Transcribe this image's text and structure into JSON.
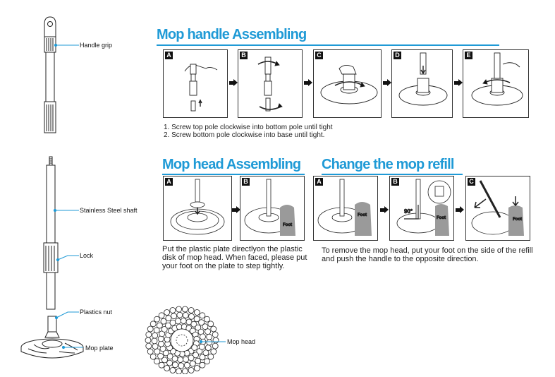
{
  "sections": {
    "handle_title": "Mop handle Assembling",
    "head_title": "Mop head Assembling",
    "refill_title": "Change the mop refill"
  },
  "parts": {
    "handle_grip": "Handle grip",
    "shaft": "Stainless Steel shaft",
    "lock": "Lock",
    "nut": "Plastics nut",
    "plate": "Mop plate",
    "head": "Mop head"
  },
  "handle_steps": {
    "labels": [
      "A",
      "B",
      "C",
      "D",
      "E"
    ],
    "instructions": [
      "1. Screw top pole clockwise into bottom pole until tight",
      "2. Screw bottom pole clockwise into base until tight."
    ]
  },
  "head_steps": {
    "labels": [
      "A",
      "B"
    ],
    "foot_label": "Foot",
    "instruction": "Put the plastic plate directlyon the plastic disk of mop head. When faced, please put your foot on the plate to step tightly."
  },
  "refill_steps": {
    "labels": [
      "A",
      "B",
      "C"
    ],
    "foot_label": "Foot",
    "angle_label": "90°",
    "instruction": "To remove the mop head, put your foot on the side of the refill and push the handle to the opposite direction."
  },
  "colors": {
    "accent": "#1f9ad6",
    "ink": "#111111",
    "foot_gray": "#9a9a9a"
  }
}
